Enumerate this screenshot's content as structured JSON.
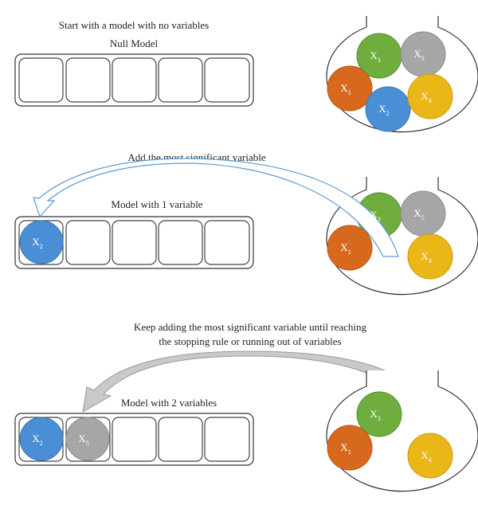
{
  "colors": {
    "X1": "#D7691F",
    "X2": "#4A8FD6",
    "X3": "#6FAD3F",
    "X4": "#EBB618",
    "X5": "#A6A6A6",
    "arrow_blue_fill": "#ffffff",
    "arrow_blue_stroke": "#5B9BD5",
    "arrow_gray_fill": "#C9C9C9",
    "arrow_gray_stroke": "#9A9A9A"
  },
  "variable_letter": "X",
  "steps": [
    {
      "top_caption": "Start with a model with no variables",
      "model_label": "Null Model",
      "model_vars": [
        "",
        "",
        "",
        "",
        ""
      ],
      "pool": [
        "X3",
        "X5",
        "X1",
        "X2",
        "X4"
      ]
    },
    {
      "top_caption": "Add the most significant variable",
      "model_label": "Model with 1 variable",
      "model_vars": [
        "X2",
        "",
        "",
        "",
        ""
      ],
      "pool": [
        "X3",
        "X5",
        "X1",
        "X4"
      ]
    },
    {
      "top_caption_lines": [
        "Keep adding the most significant variable until reaching",
        "the stopping rule or running out of variables"
      ],
      "model_label": "Model with 2 variables",
      "model_vars": [
        "X2",
        "X5",
        "",
        "",
        ""
      ],
      "pool": [
        "X3",
        "X1",
        "X4"
      ]
    }
  ]
}
